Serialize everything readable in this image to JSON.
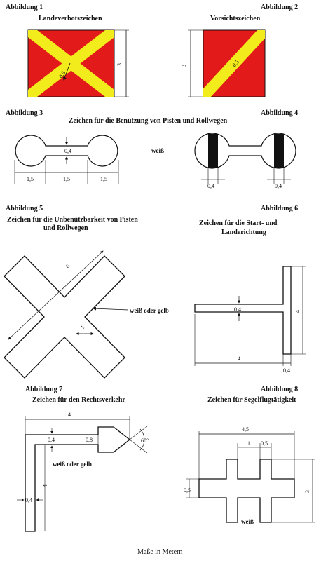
{
  "figures": {
    "f1": {
      "label": "Abbildung 1",
      "caption": "Landeverbotszeichen",
      "dims": {
        "width": "0,5",
        "side": "3"
      }
    },
    "f2": {
      "label": "Abbildung 2",
      "caption": "Vorsichtszeichen",
      "dims": {
        "width": "0,5",
        "side": "3"
      }
    },
    "f3": {
      "label": "Abbildung 3",
      "dims": {
        "bar": "0,4",
        "a": "1,5",
        "b": "1,5",
        "c": "1,5"
      }
    },
    "f4": {
      "label": "Abbildung 4",
      "dims": {
        "left": "0,4",
        "right": "0,4"
      }
    },
    "f34": {
      "caption": "Zeichen für die Benützung von Pisten und Rollwegen",
      "color_note": "weiß"
    },
    "f5": {
      "label": "Abbildung 5",
      "caption_line1": "Zeichen für die Unbenützbarkeit von Pisten",
      "caption_line2": "und Rollwegen",
      "dims": {
        "length": "6",
        "width": "1"
      },
      "color_note": "weiß oder gelb"
    },
    "f6": {
      "label": "Abbildung 6",
      "caption_line1": "Zeichen für die Start- und",
      "caption_line2": "Landerichtung",
      "dims": {
        "bar": "0,4",
        "height": "4",
        "length": "4",
        "stem": "0,4"
      }
    },
    "f7": {
      "label": "Abbildung 7",
      "caption": "Zeichen für den Rechtsverkehr",
      "dims": {
        "top": "4",
        "a": "0,4",
        "b": "0,8",
        "angle": "60°",
        "side": "4",
        "stem": "0,4"
      },
      "color_note": "weiß oder gelb"
    },
    "f8": {
      "label": "Abbildung 8",
      "caption": "Zeichen für Segelflugtätigkeit",
      "dims": {
        "top": "4,5",
        "mid": "1",
        "right": "0,5",
        "left": "0,5",
        "height": "3"
      },
      "color_note": "weiß"
    }
  },
  "footer": "Maße in Metern",
  "colors": {
    "red": "#e21a1a",
    "yellow": "#f2ec1c",
    "black": "#111111"
  }
}
